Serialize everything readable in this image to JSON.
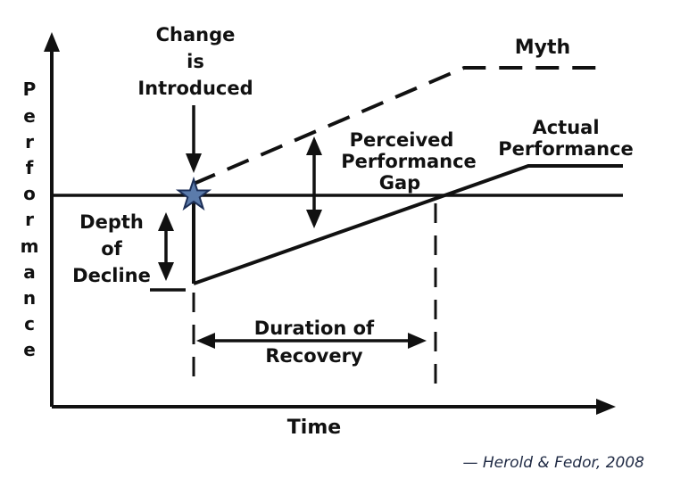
{
  "labels": {
    "change_line1": "Change",
    "change_line2": "is",
    "change_line3": "Introduced",
    "myth": "Myth",
    "perceived_line1": "Perceived",
    "perceived_line2": "Performance",
    "perceived_line3": "Gap",
    "actual_line1": "Actual",
    "actual_line2": "Performance",
    "depth_line1": "Depth",
    "depth_line2": "of",
    "depth_line3": "Decline",
    "duration_line1": "Duration of",
    "duration_line2": "Recovery",
    "x_axis": "Time",
    "y_axis_letters": [
      "P",
      "e",
      "r",
      "f",
      "o",
      "r",
      "m",
      "a",
      "n",
      "c",
      "e"
    ]
  },
  "citation": "— Herold & Fedor, 2008",
  "colors": {
    "ink": "#111111",
    "star_fill": "#5b7bab",
    "star_stroke": "#1c2f57",
    "citation": "#1f2a44"
  },
  "icons": {
    "change_marker": "star-icon"
  }
}
